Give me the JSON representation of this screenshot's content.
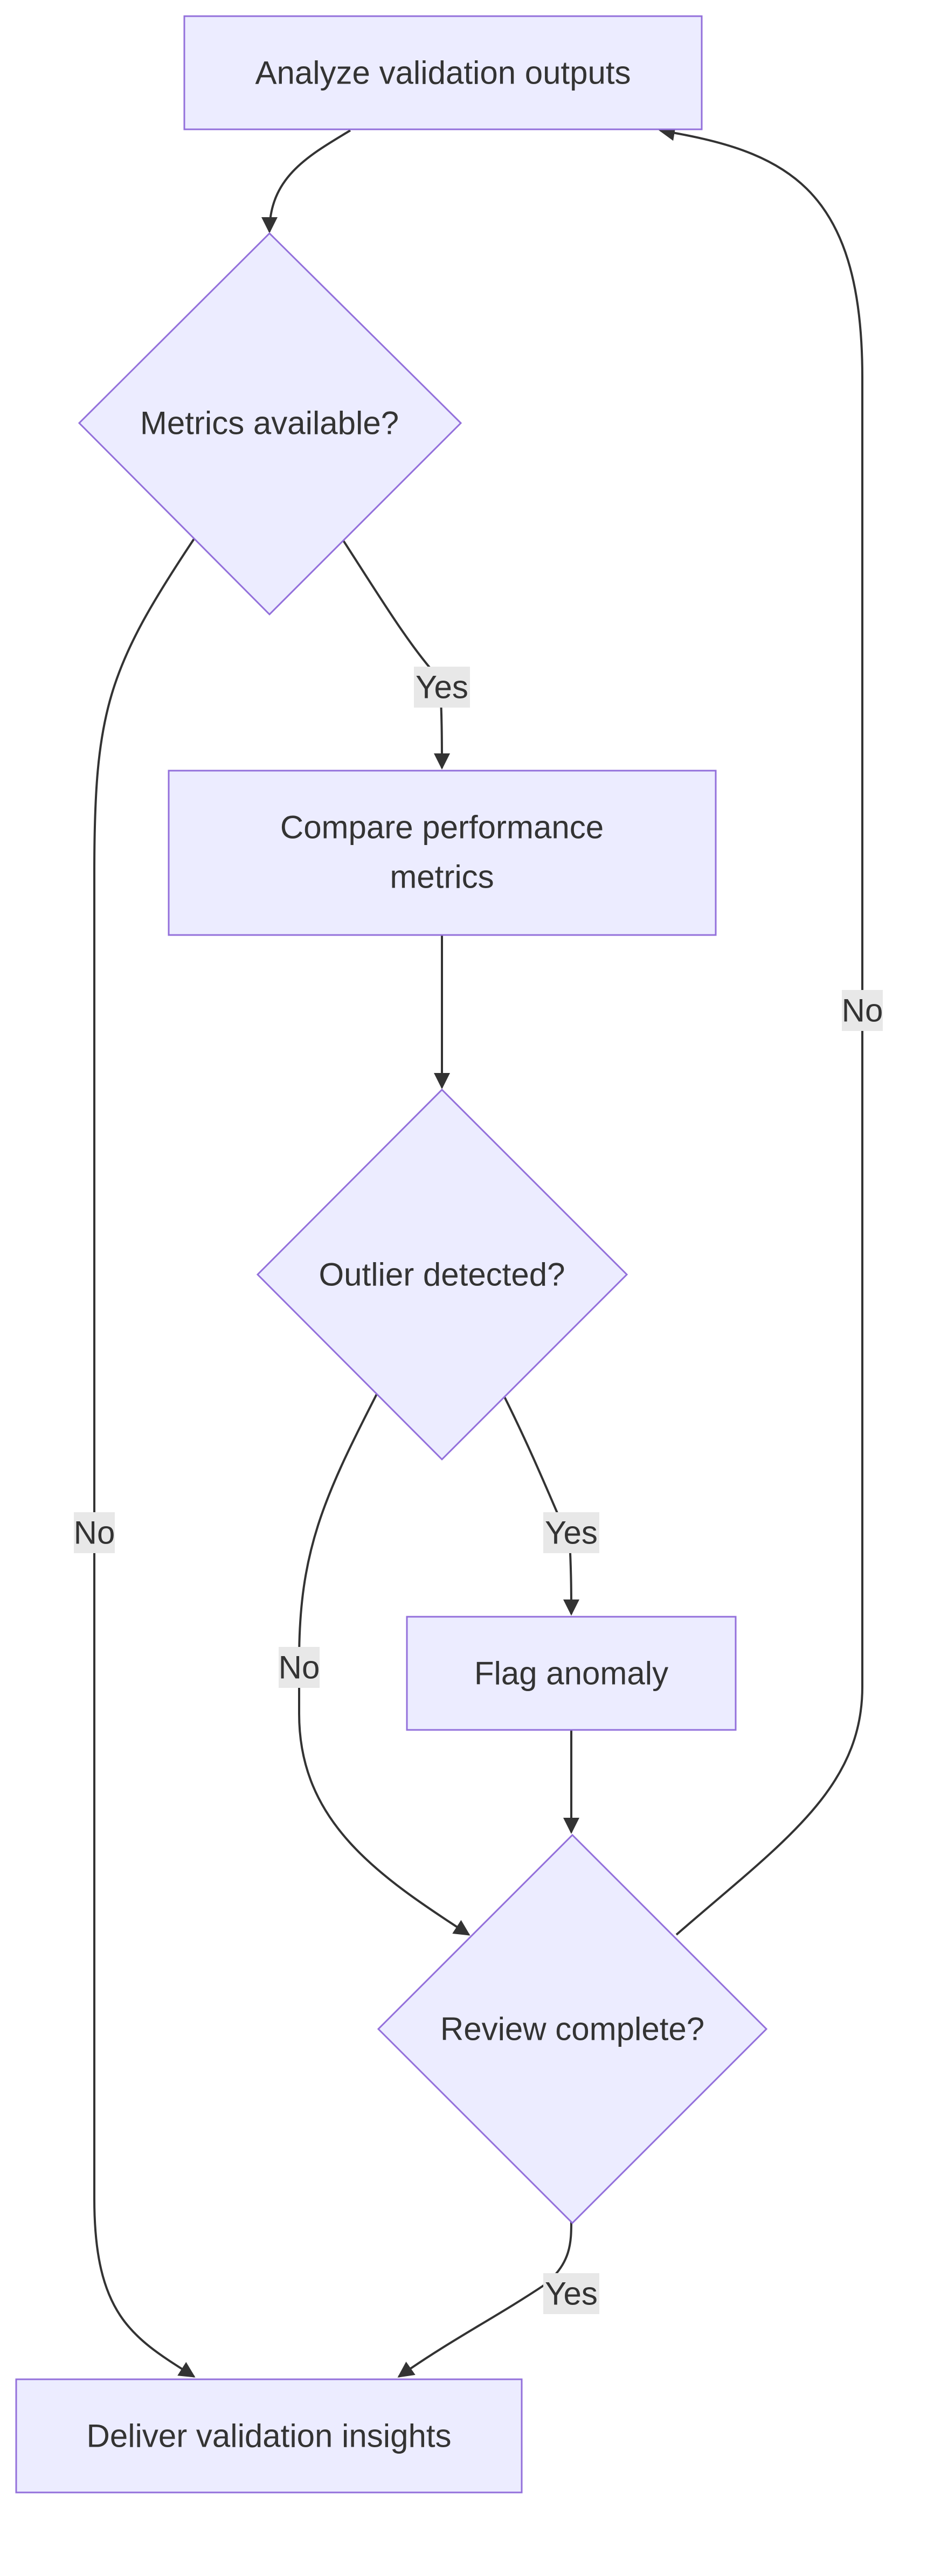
{
  "nodes": {
    "analyze": {
      "label": "Analyze validation outputs"
    },
    "metrics_available": {
      "label": "Metrics available?"
    },
    "compare_metrics": {
      "label_line1": "Compare performance",
      "label_line2": "metrics"
    },
    "outlier_detected": {
      "label": "Outlier detected?"
    },
    "flag_anomaly": {
      "label": "Flag anomaly"
    },
    "review_complete": {
      "label": "Review complete?"
    },
    "deliver": {
      "label": "Deliver validation insights"
    }
  },
  "edges": {
    "metrics_yes": "Yes",
    "metrics_no": "No",
    "outlier_yes": "Yes",
    "outlier_no": "No",
    "review_yes": "Yes",
    "review_no": "No"
  },
  "colors": {
    "node_fill": "#ececff",
    "node_stroke": "#9370db",
    "edge": "#333333",
    "edge_label_bg": "#e8e8e8",
    "text": "#333333"
  }
}
